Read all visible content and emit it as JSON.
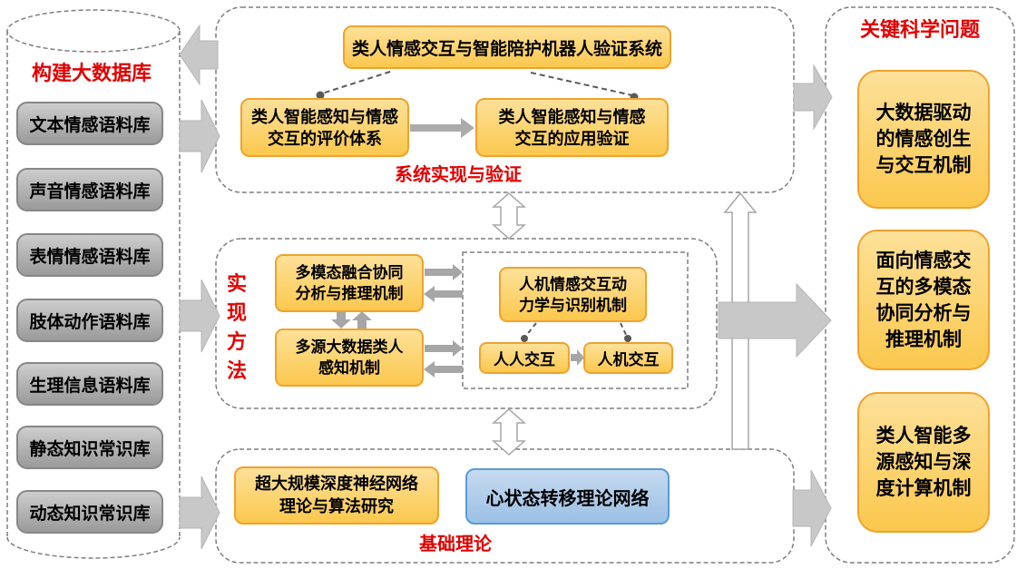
{
  "colors": {
    "label_red": "#E00000",
    "box_orange": "#FBC84E",
    "box_orange_border": "#F0A22E",
    "box_blue": "#9DC0E4",
    "box_blue_border": "#5B9BD5",
    "db_gray": "#AFAFAF",
    "arrow_gray": "#C8C8C8"
  },
  "database": {
    "title": "构建大数据库",
    "items": [
      "文本情感语料库",
      "声音情感语料库",
      "表情情感语料库",
      "肢体动作语料库",
      "生理信息语料库",
      "静态知识常识库",
      "动态知识常识库"
    ]
  },
  "system_section": {
    "label": "系统实现与验证",
    "top_box": "类人情感交互与智能陪护机器人验证系统",
    "left_box": "类人智能感知与情感\n交互的评价体系",
    "right_box": "类人智能感知与情感\n交互的应用验证"
  },
  "method_section": {
    "label": "实\n现\n方\n法",
    "box_fusion": "多模态融合协同\n分析与推理机制",
    "box_perception": "多源大数据类人\n感知机制",
    "inner_box_dynamics": "人机情感交互动\n力学与识别机制",
    "inner_box_human_human": "人人交互",
    "inner_box_human_machine": "人机交互"
  },
  "theory_section": {
    "label": "基础理论",
    "box_network": "超大规模深度神经网络\n理论与算法研究",
    "box_state": "心状态转移理论网络"
  },
  "questions_section": {
    "title": "关键科学问题",
    "items": [
      "大数据驱动\n的情感创生\n与交互机制",
      "面向情感交\n互的多模态\n协同分析与\n推理机制",
      "类人智能多\n源感知与深\n度计算机制"
    ]
  }
}
